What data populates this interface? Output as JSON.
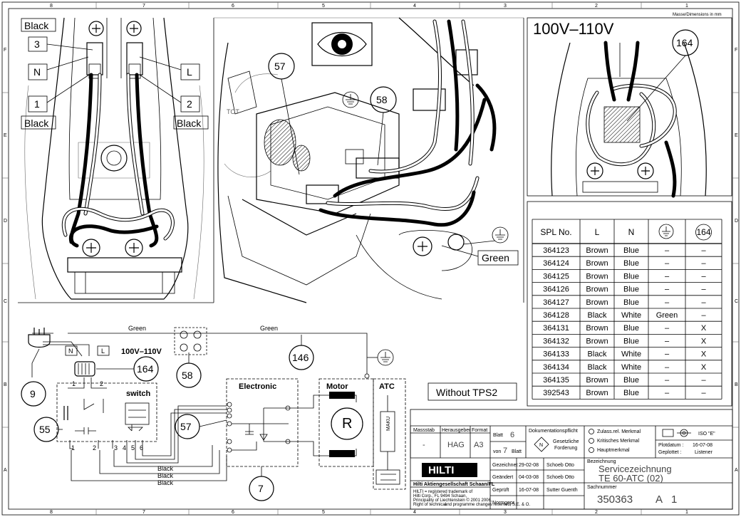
{
  "sheet": {
    "grid_top": [
      "8",
      "7",
      "6",
      "5",
      "4",
      "3",
      "2",
      "1"
    ],
    "grid_bottom": [
      "8",
      "7",
      "6",
      "5",
      "4",
      "3",
      "2",
      "1"
    ],
    "grid_side": [
      "F",
      "E",
      "D",
      "C",
      "B",
      "A"
    ],
    "dimensions_note": "Masse/Dimensions in mm"
  },
  "panel_left": {
    "tag_black_top": "Black",
    "tag_3": "3",
    "tag_n": "N",
    "tag_l": "L",
    "tag_1": "1",
    "tag_2": "2",
    "tag_black_left": "Black",
    "tag_black_right": "Black"
  },
  "panel_mid": {
    "bubble_57": "57",
    "bubble_58": "58",
    "tag_green": "Green"
  },
  "panel_right": {
    "voltage_title": "100V–110V",
    "bubble_164": "164"
  },
  "spl_table": {
    "headers": [
      "SPL No.",
      "L",
      "N",
      "",
      "164"
    ],
    "rows": [
      [
        "364123",
        "Brown",
        "Blue",
        "–",
        "–"
      ],
      [
        "364124",
        "Brown",
        "Blue",
        "–",
        "–"
      ],
      [
        "364125",
        "Brown",
        "Blue",
        "–",
        "–"
      ],
      [
        "364126",
        "Brown",
        "Blue",
        "–",
        "–"
      ],
      [
        "364127",
        "Brown",
        "Blue",
        "–",
        "–"
      ],
      [
        "364128",
        "Black",
        "White",
        "Green",
        "–"
      ],
      [
        "364131",
        "Brown",
        "Blue",
        "–",
        "X"
      ],
      [
        "364132",
        "Brown",
        "Blue",
        "–",
        "X"
      ],
      [
        "364133",
        "Black",
        "White",
        "–",
        "X"
      ],
      [
        "364134",
        "Black",
        "White",
        "–",
        "X"
      ],
      [
        "364135",
        "Brown",
        "Blue",
        "–",
        "–"
      ],
      [
        "392543",
        "Brown",
        "Blue",
        "–",
        "–"
      ]
    ]
  },
  "schematic": {
    "green_1": "Green",
    "green_2": "Green",
    "tag_n": "N",
    "tag_l": "L",
    "voltage": "100V–110V",
    "bubble_164": "164",
    "bubble_58": "58",
    "bubble_146": "146",
    "bubble_9": "9",
    "bubble_55": "55",
    "bubble_57": "57",
    "bubble_7": "7",
    "switch_label": "switch",
    "electronic_label": "Electronic",
    "motor_label": "Motor",
    "atc_label": "ATC",
    "motor_symbol": "R",
    "maku_label": "MAKU",
    "black_1": "Black",
    "black_2": "Black",
    "black_3": "Black",
    "term_1": "1",
    "term_2": "2",
    "term_3": "3",
    "term_4": "4",
    "term_5": "5",
    "term_6": "6",
    "term_1b": "1",
    "term_2b": "2",
    "without_tps2": "Without TPS2"
  },
  "title_block": {
    "massstab_label": "Massstab",
    "massstab_value": "-",
    "herausgeber_label": "Herausgeber",
    "herausgeber_value": "HAG",
    "format_label": "Format",
    "format_value": "A3",
    "blatt_label": "Blatt",
    "blatt_value": "6",
    "von_label": "von",
    "von_value": "7",
    "blatt2_label": "Blatt",
    "dokpflicht_label": "Dokumentationspflicht",
    "gesetz_1": "Gesetzliche",
    "gesetz_2": "Forderung",
    "gesetz_symbol": "N",
    "zulass_label": "Zulass.rel. Merkmal",
    "kritisch_label": "Kritisches Merkmal",
    "haupt_label": "Hauptmerkmal",
    "iso_label": "ISO \"E\"",
    "plotdatum_label": "Plotdatum :",
    "plotdatum_value": "16-07-08",
    "geplottet_label": "Geplottet :",
    "geplottet_value": "Listener",
    "gezeichnet_label": "Gezeichnet",
    "gezeichnet_date": "29-02-08",
    "gezeichnet_name": "Schoeb Otto",
    "geaendert_label": "Geändert",
    "geaendert_date": "04-03-08",
    "geaendert_name": "Schoeb Otto",
    "geprueft_label": "Geprüft",
    "geprueft_date": "16-07-08",
    "geprueft_name": "Sutter Guenth",
    "normgepr_label": "Normgepr.",
    "bezeichnung_label": "Bezeichnung",
    "bezeichnung_1": "Servicezeichnung",
    "bezeichnung_2": "TE 60-ATC (02)",
    "sachnummer_label": "Sachnummer",
    "sachnummer_value": "350363",
    "revision_a": "A",
    "revision_1": "1",
    "brand": "HILTI",
    "company": "Hilti Aktiengesellschaft Schaan/FL",
    "legal_1": "HILTI = registered trademark of",
    "legal_2": "Hilti Corp., FL 9494 Schaan,",
    "legal_3": "Principality of Liechtenstein © 2001 2006,",
    "legal_4": "Right of technical",
    "legal_5": "and programme changes reserved, S.E. & O."
  },
  "colors": {
    "line": "#000000",
    "paper": "#ffffff",
    "faint": "#666666"
  }
}
